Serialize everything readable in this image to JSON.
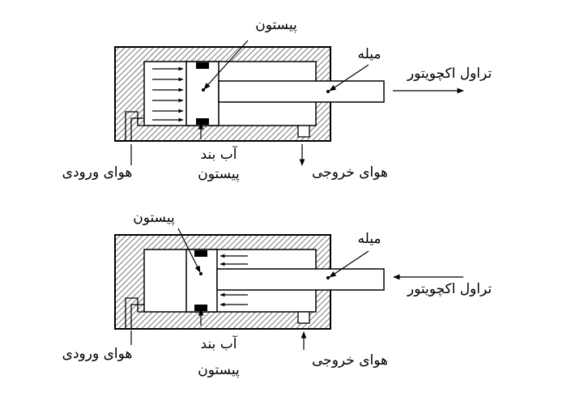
{
  "colors": {
    "ink": "#000000",
    "paper": "#ffffff",
    "hatch_line": "#555555"
  },
  "diagram_top": {
    "labels": {
      "piston": "پیستون",
      "rod": "میله",
      "actuator_travel": "تراول اکچویتور",
      "seal_line1": "آب بند",
      "seal_line2": "پیستون",
      "air_inlet": "هوای ورودی",
      "air_outlet": "هوای خروجی"
    }
  },
  "diagram_bottom": {
    "labels": {
      "piston": "پیستون",
      "rod": "میله",
      "actuator_travel": "تراول اکچویتور",
      "seal_line1": "آب بند",
      "seal_line2": "پیستون",
      "air_inlet": "هوای ورودی",
      "air_outlet": "هوای خروجی"
    }
  }
}
